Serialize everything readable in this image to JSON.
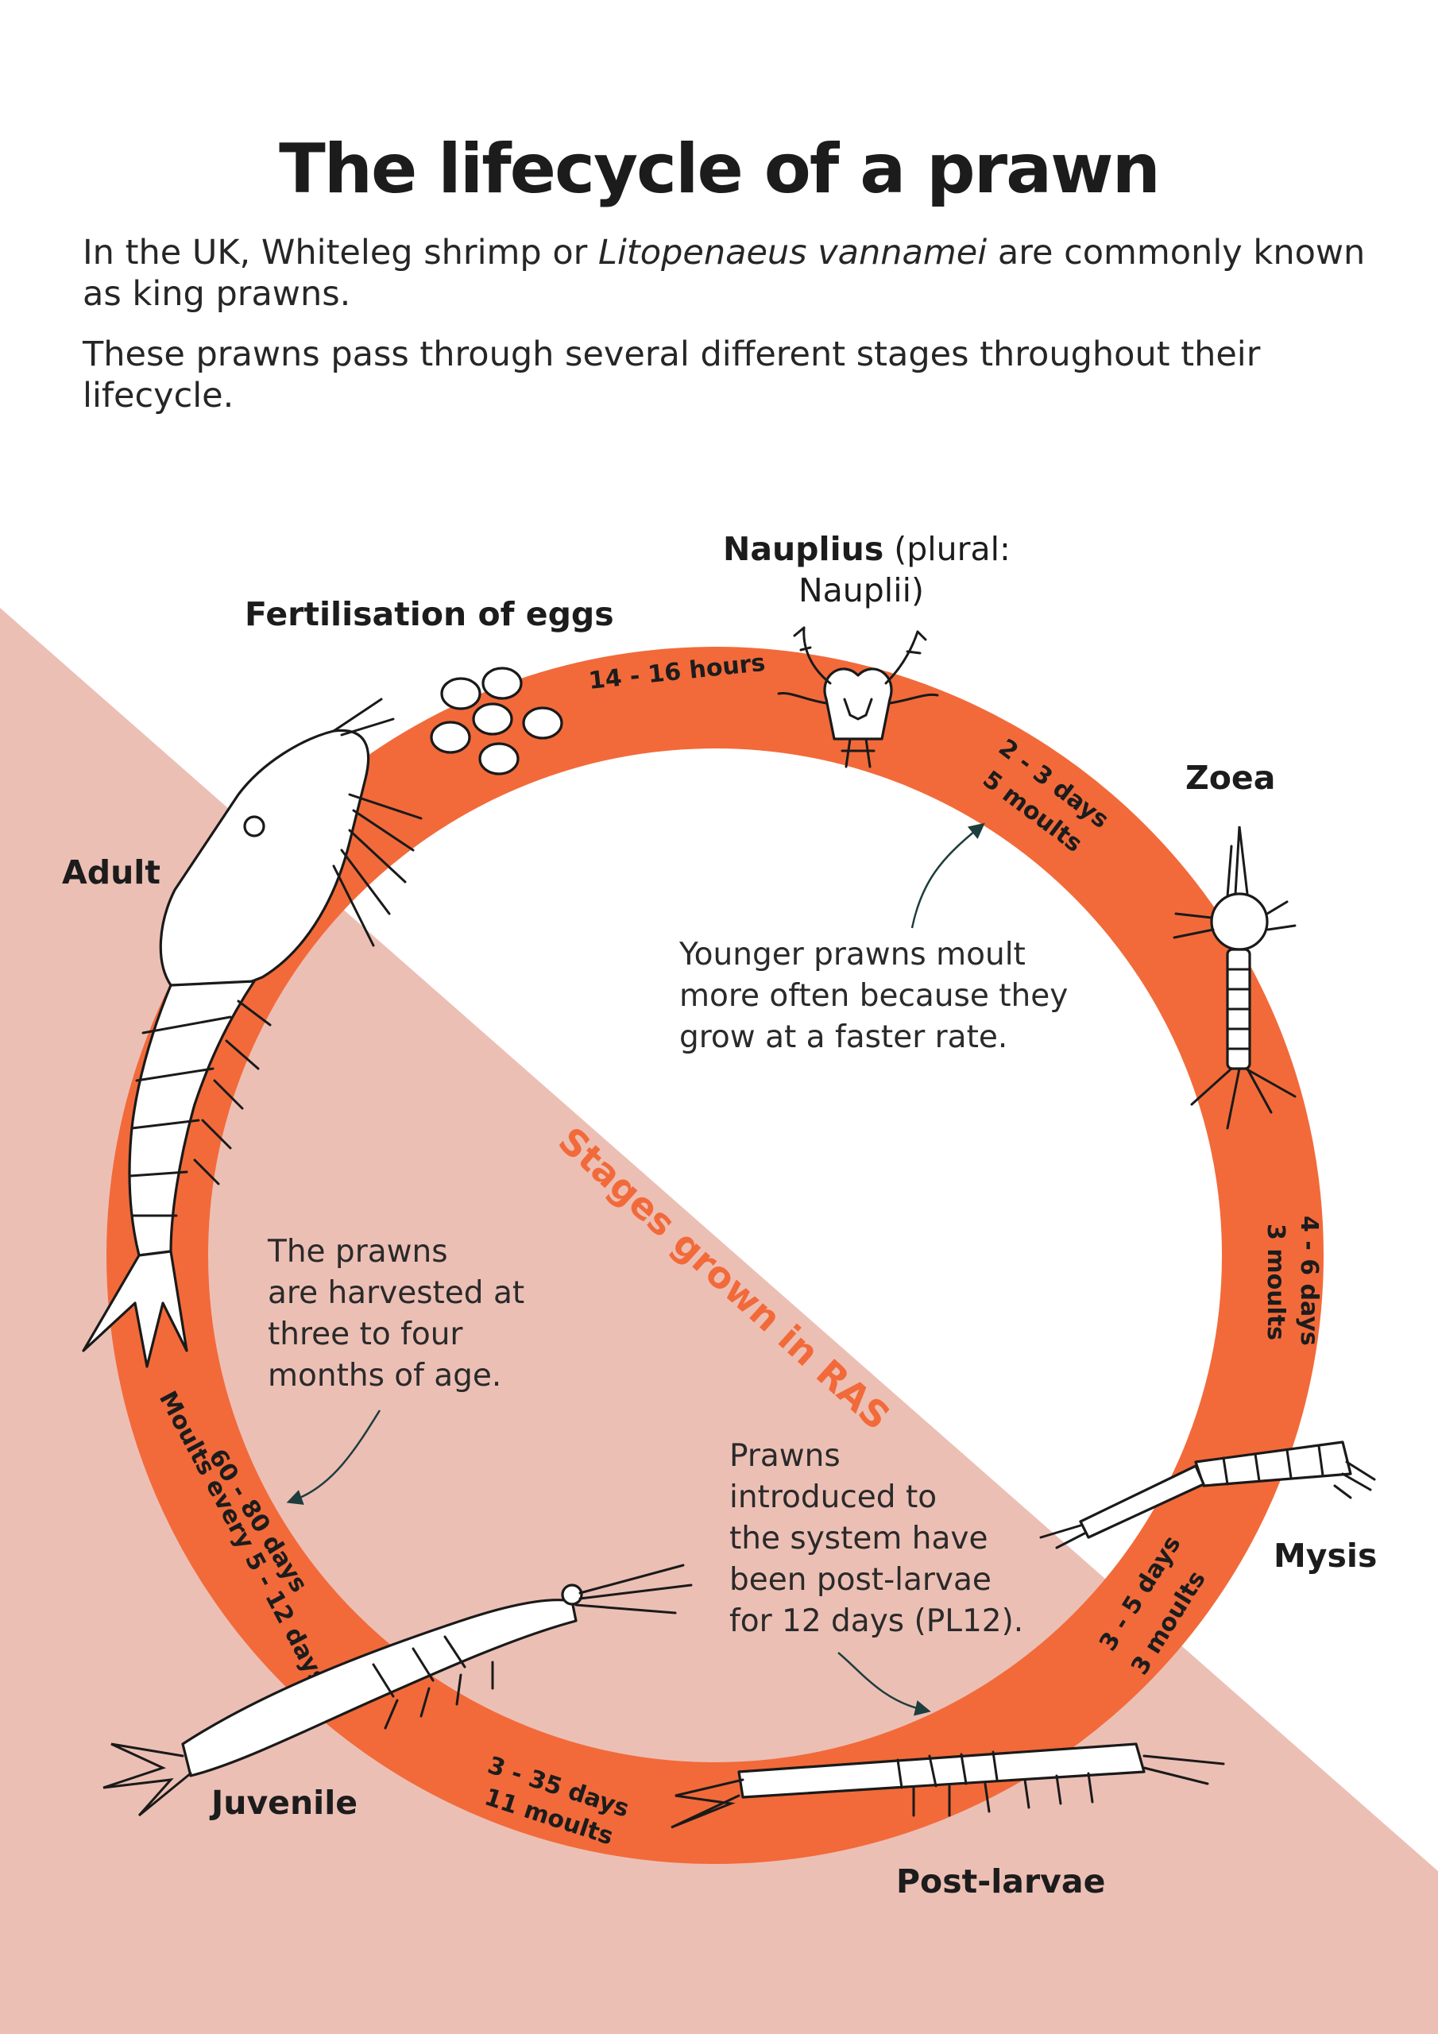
{
  "title": "The lifecycle of a prawn",
  "intro": {
    "p1_before": "In the UK, Whiteleg shrimp or ",
    "p1_italic": "Litopenaeus vannamei",
    "p1_after": " are commonly known as king prawns.",
    "p2": "These prawns pass through several different stages throughout their lifecycle."
  },
  "stages": {
    "fertilisation": "Fertilisation of eggs",
    "nauplius_bold": "Nauplius",
    "nauplius_rest": " (plural:",
    "nauplius_line2": "Nauplii)",
    "zoea": "Zoea",
    "mysis": "Mysis",
    "post_larvae": "Post-larvae",
    "juvenile": "Juvenile",
    "adult": "Adult"
  },
  "durations": {
    "eggs_to_nauplius": "14 - 16 hours",
    "nauplius_days": "2 - 3 days",
    "nauplius_moults": "5 moults",
    "zoea_days": "4 - 6 days",
    "zoea_moults": "3 moults",
    "mysis_days": "3 - 5 days",
    "mysis_moults": "3 moults",
    "postlarvae_days": "3 - 35 days",
    "postlarvae_moults": "11 moults",
    "juvenile_days": "60 - 80 days",
    "juvenile_moults": "Moults every 5 - 12 days"
  },
  "notes": {
    "younger": [
      "Younger prawns moult",
      "more often because they",
      "grow at a faster rate."
    ],
    "harvest": [
      "The prawns",
      "are harvested at",
      "three to four",
      "months of age."
    ],
    "introduced": [
      "Prawns",
      "introduced to",
      "the system have",
      "been post-larvae",
      "for 12 days (PL12)."
    ]
  },
  "ras_label": "Stages grown in RAS",
  "colors": {
    "ring": "#f26a3a",
    "ras_region": "#ecbfb5",
    "text": "#1c1c1c",
    "arrow": "#1e3d3d"
  }
}
